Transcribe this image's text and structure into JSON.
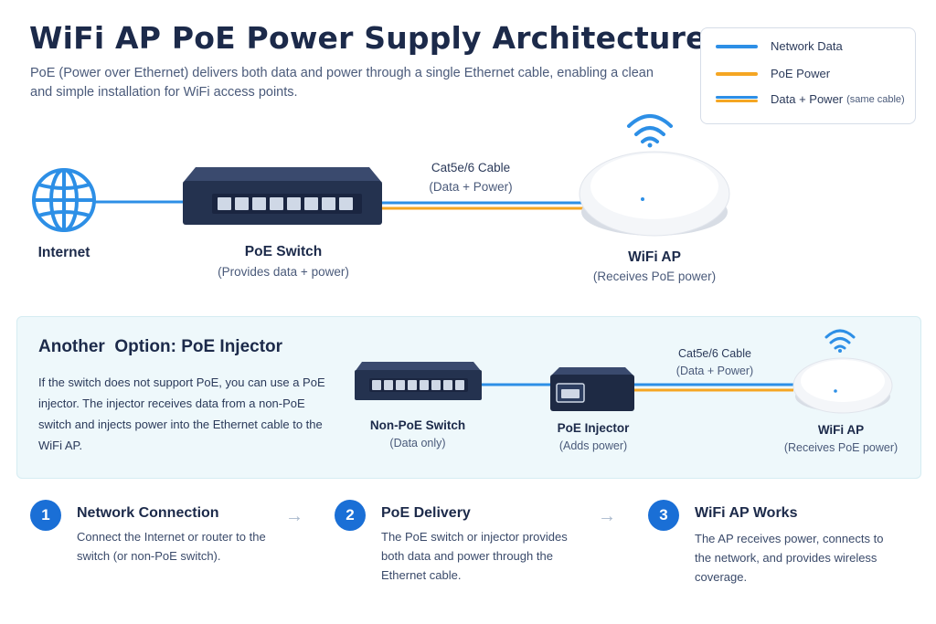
{
  "title": "WiFi AP PoE Power Supply Architecture",
  "subtitle": "PoE (Power over Ethernet) delivers both data and power through a single Ethernet cable, enabling a clean and simple installation for WiFi access points.",
  "legend": {
    "data": "Network Data",
    "power": "PoE Power",
    "both": "Data + Power",
    "both_note": "(same cable)"
  },
  "main": {
    "internet": "Internet",
    "switch_label": "PoE Switch",
    "switch_sub": "(Provides data + power)",
    "cable_label": "Cat5e/6 Cable",
    "cable_sub": "(Data + Power)",
    "ap_label": "WiFi AP",
    "ap_sub": "(Receives PoE power)"
  },
  "option": {
    "title": "Another  Option: PoE Injector",
    "desc": "If the switch does not support PoE, you can use a PoE injector. The injector receives data from a non-PoE switch and injects power into the Ethernet cable to the WiFi AP.",
    "switch_label": "Non-PoE Switch",
    "switch_sub": "(Data only)",
    "injector_label": "PoE Injector",
    "injector_sub": "(Adds power)",
    "cable_label": "Cat5e/6 Cable",
    "cable_sub": "(Data + Power)",
    "ap_label": "WiFi AP",
    "ap_sub": "(Receives PoE power)"
  },
  "steps": [
    {
      "num": "1",
      "title": "Network Connection",
      "text": "Connect the Internet or router to the switch (or non-PoE switch)."
    },
    {
      "num": "2",
      "title": "PoE Delivery",
      "text": "The PoE switch or injector provides both data and power through the Ethernet cable."
    },
    {
      "num": "3",
      "title": "WiFi AP Works",
      "text": "The AP receives power, connects to the network, and provides wireless coverage."
    }
  ],
  "arrow_glyph": "→",
  "colors": {
    "data": "#2d8fe6",
    "power": "#f5a623",
    "accent": "#1a6fd6",
    "device": "#24324f"
  }
}
